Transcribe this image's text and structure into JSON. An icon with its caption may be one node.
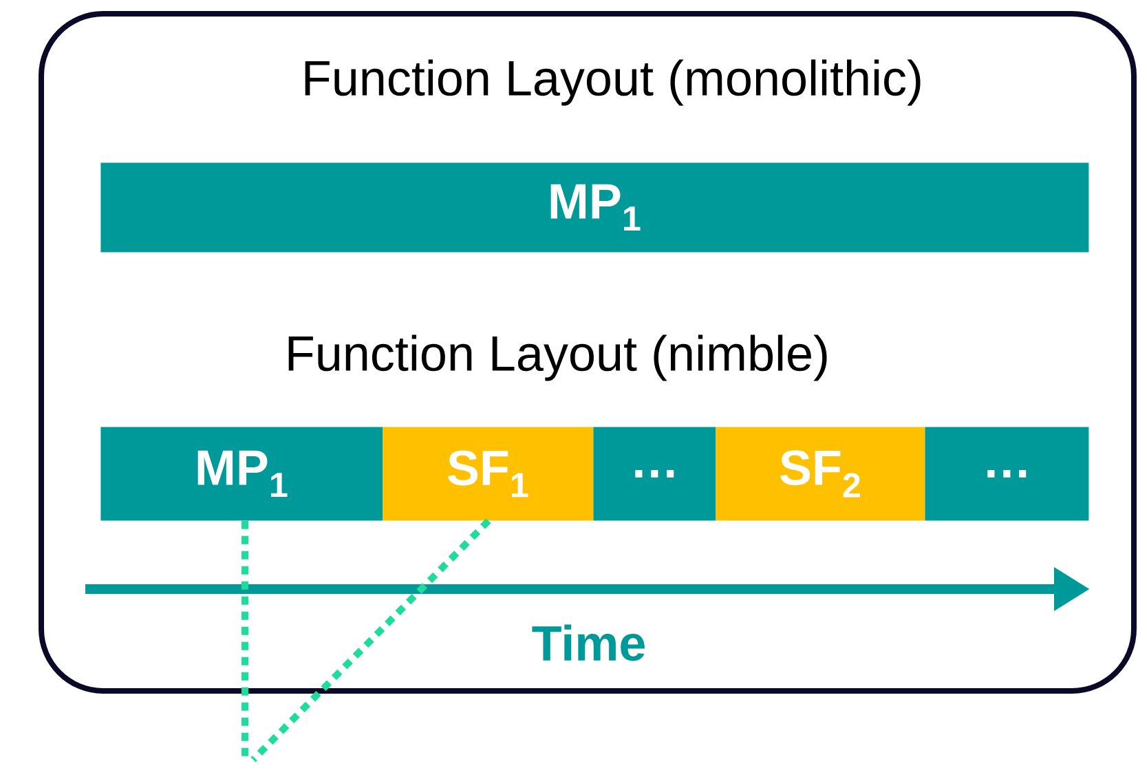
{
  "diagram": {
    "nodes": [
      {
        "text": [],
        "shape": "box"
      },
      {
        "text": [
          "MP$_{1}$"
        ],
        "in": 0
      },
      {
        "text": [
          "MP$_{1}$"
        ],
        "in": 0
      },
      {
        "text": [
          "SF$_{1}$"
        ],
        "in": 0
      },
      {
        "text": [
          "…"
        ],
        "in": 0
      },
      {
        "text": [
          "SF$_{2}$"
        ],
        "in": 0
      },
      {
        "text": [
          "…"
        ],
        "in": 0
      }
    ],
    "edges": [
      {
        "from": 2,
        "to": null,
        "arrow": "none",
        "style": "dashed"
      },
      {
        "from": 3,
        "to": null,
        "arrow": "none",
        "style": "dashed"
      }
    ],
    "labels": [
      "Function Layout (monolithic)",
      "Function Layout (nimble)",
      "Time"
    ]
  }
}
